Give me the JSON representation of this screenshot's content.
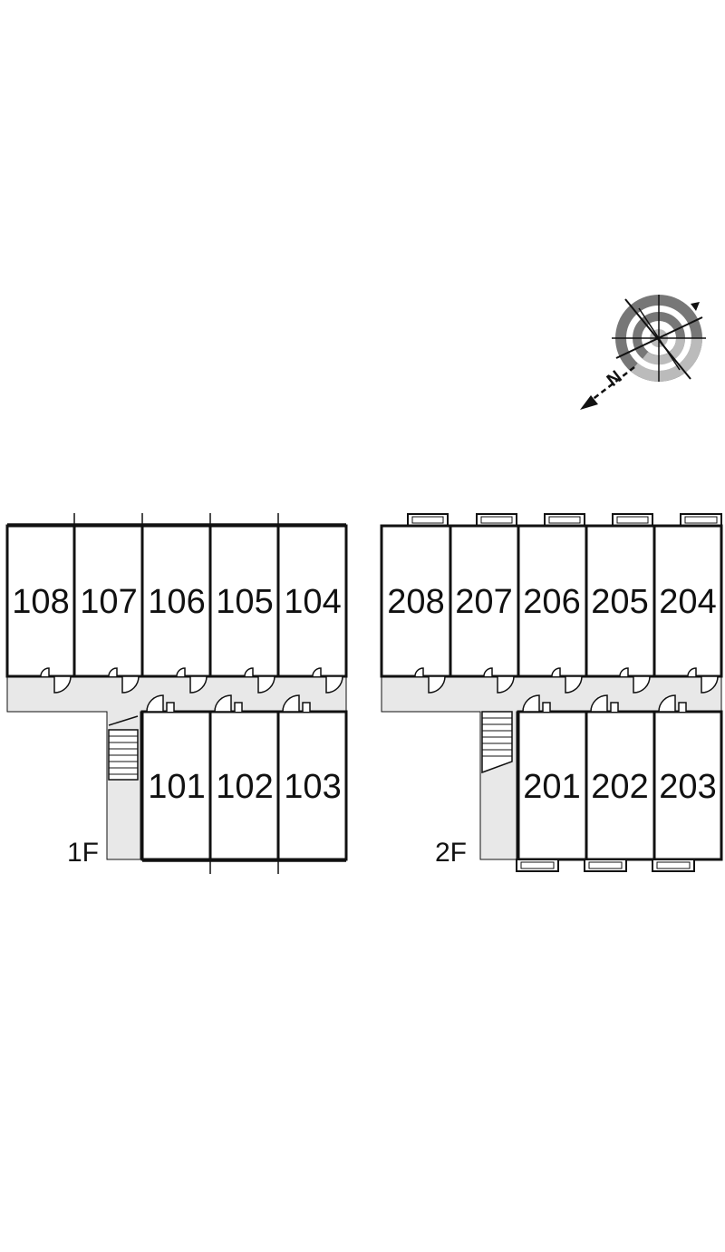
{
  "compass": {
    "north_label": "N"
  },
  "floors": [
    {
      "label": "1F",
      "upper_units": [
        "108",
        "107",
        "106",
        "105",
        "104"
      ],
      "lower_units": [
        "101",
        "102",
        "103"
      ]
    },
    {
      "label": "2F",
      "upper_units": [
        "208",
        "207",
        "206",
        "205",
        "204"
      ],
      "lower_units": [
        "201",
        "202",
        "203"
      ]
    }
  ],
  "colors": {
    "wall": "#111111",
    "corridor": "#e8e8e8",
    "compass_dark": "#777777",
    "compass_light": "#bbbbbb",
    "background": "#ffffff"
  }
}
